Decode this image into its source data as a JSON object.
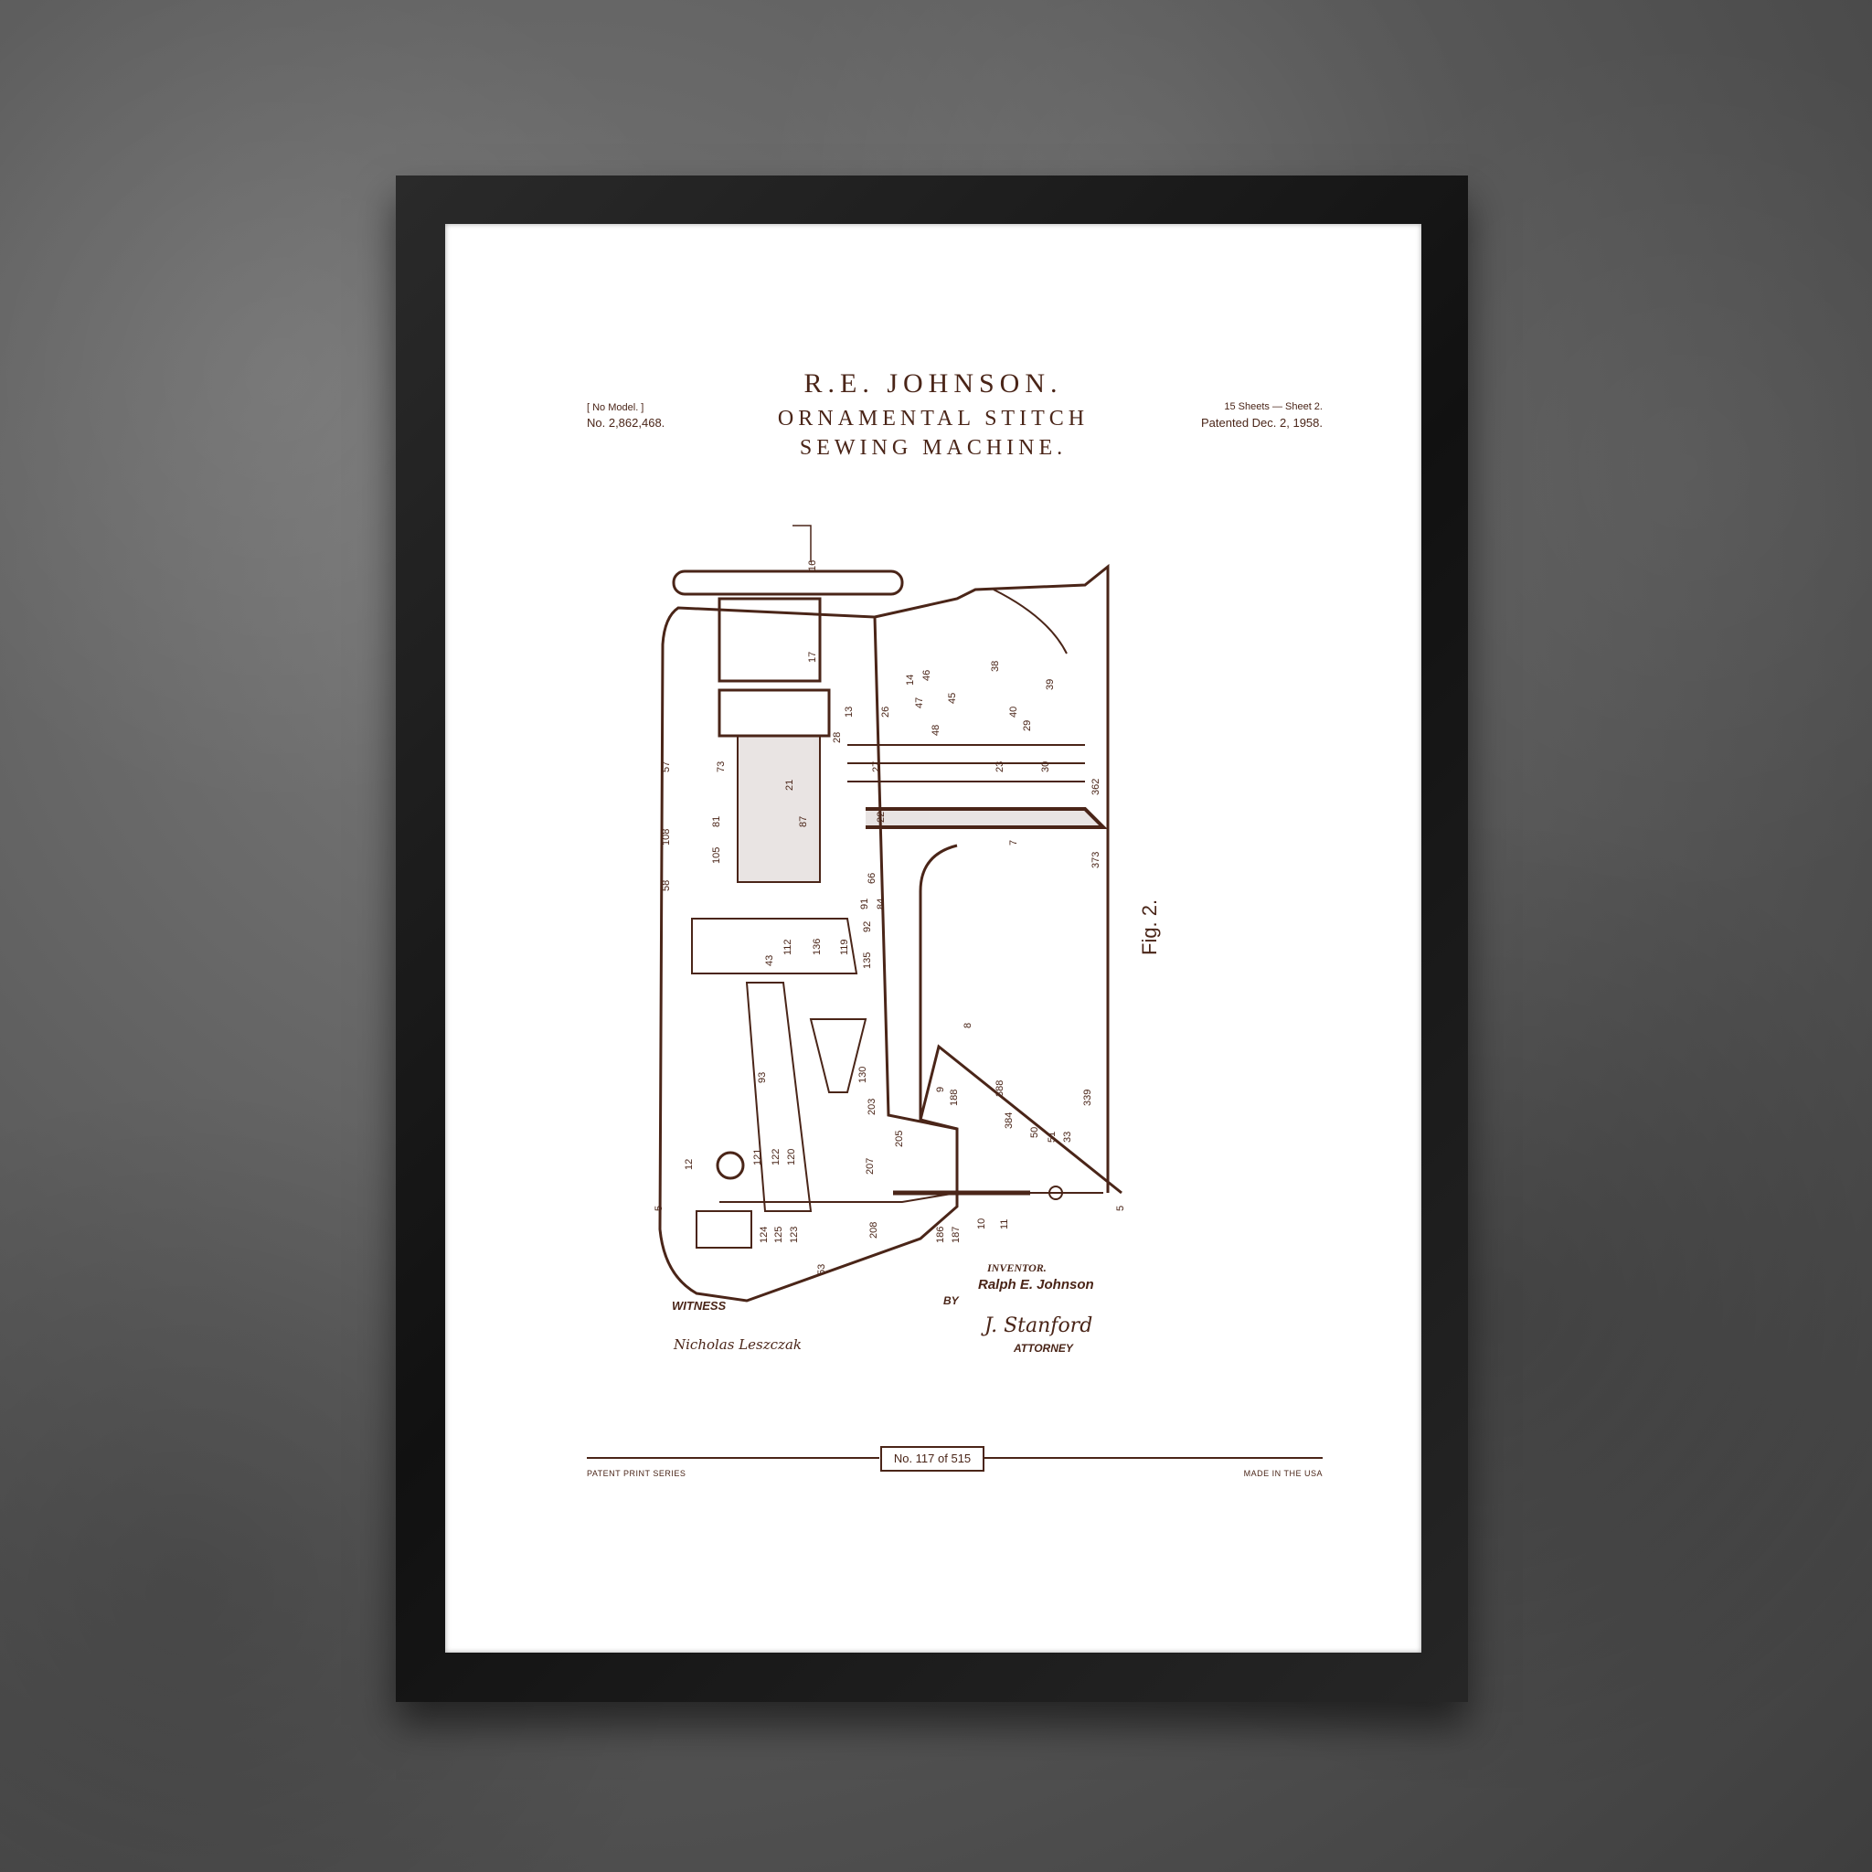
{
  "print": {
    "header_left_small": "[ No Model. ]",
    "patent_number": "No. 2,862,468.",
    "title_inventor": "R.E. JOHNSON.",
    "title_line1": "ORNAMENTAL STITCH",
    "title_line2": "SEWING MACHINE.",
    "sheets": "15 Sheets — Sheet 2.",
    "patented": "Patented Dec. 2, 1958.",
    "figure_label": "Fig. 2.",
    "witness_label": "WITNESS",
    "witness_signature": "Nicholas Leszczak",
    "by_label": "BY",
    "inventor_label": "INVENTOR.",
    "inventor_name": "Ralph E. Johnson",
    "attorney_signature": "J. Stanford",
    "attorney_label": "ATTORNEY",
    "reference_numerals": [
      "16",
      "17",
      "14",
      "13",
      "46",
      "47",
      "48",
      "45",
      "26",
      "28",
      "38",
      "39",
      "40",
      "29",
      "30",
      "23",
      "27",
      "7",
      "362",
      "373",
      "57",
      "73",
      "108",
      "81",
      "105",
      "58",
      "21",
      "87",
      "22",
      "66",
      "91",
      "84",
      "92",
      "135",
      "119",
      "136",
      "112",
      "43",
      "93",
      "130",
      "203",
      "205",
      "9",
      "188",
      "388",
      "384",
      "50",
      "51",
      "33",
      "339",
      "12",
      "121",
      "122",
      "120",
      "124",
      "125",
      "123",
      "207",
      "208",
      "186",
      "187",
      "10",
      "11",
      "53",
      "5",
      "5",
      "8"
    ]
  },
  "footer": {
    "series": "PATENT PRINT SERIES",
    "edition": "No. 117 of 515",
    "origin": "MADE IN THE USA"
  },
  "colors": {
    "ink": "#4a2518",
    "paper": "#ffffff",
    "frame": "#1a1a1a",
    "wall": "#5c5c5c"
  }
}
